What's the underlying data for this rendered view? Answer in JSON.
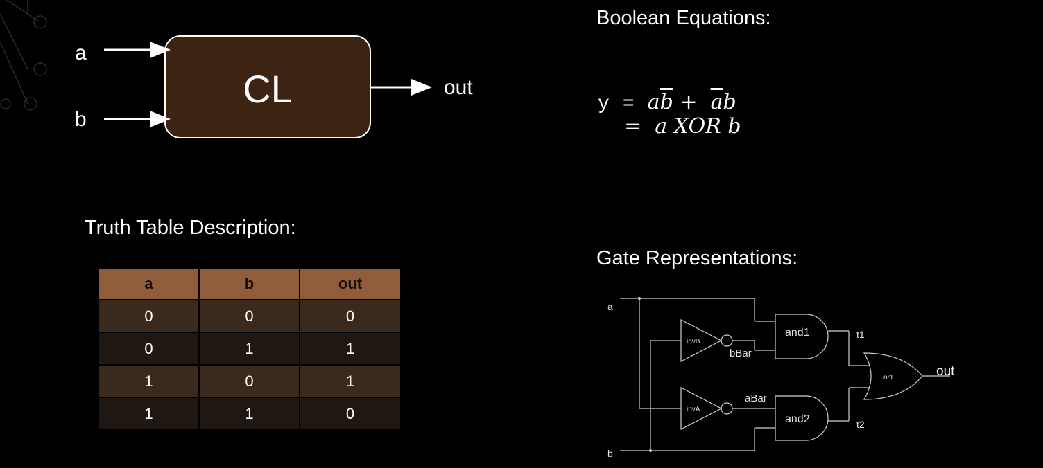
{
  "block": {
    "label": "CL",
    "input_a": "a",
    "input_b": "b",
    "output": "out"
  },
  "equations": {
    "heading": "Boolean Equations:",
    "line1_lhs": "y",
    "line1_eq": "=",
    "line1_rhs_a": "a",
    "line1_rhs_b": "b",
    "line1_plus": "+",
    "line1_rhs_abar": "a",
    "line1_rhs_b2": "b",
    "line2_eq": "=",
    "line2_rhs": "a XOR b"
  },
  "truth_table": {
    "heading": "Truth Table Description:",
    "columns": [
      "a",
      "b",
      "out"
    ],
    "rows": [
      [
        "0",
        "0",
        "0"
      ],
      [
        "0",
        "1",
        "1"
      ],
      [
        "1",
        "0",
        "1"
      ],
      [
        "1",
        "1",
        "0"
      ]
    ]
  },
  "gates": {
    "heading": "Gate Representations:",
    "input_a": "a",
    "input_b": "b",
    "inv_b": "invB",
    "inv_a": "invA",
    "and1": "and1",
    "and2": "and2",
    "or1": "or1",
    "wire_bbar": "bBar",
    "wire_abar": "aBar",
    "wire_t1": "t1",
    "wire_t2": "t2",
    "output": "out"
  },
  "colors": {
    "block_fill": "#3d2412",
    "table_header": "#8f5d39",
    "row_light": "#3a2a1d",
    "row_dark": "#1e1712"
  }
}
